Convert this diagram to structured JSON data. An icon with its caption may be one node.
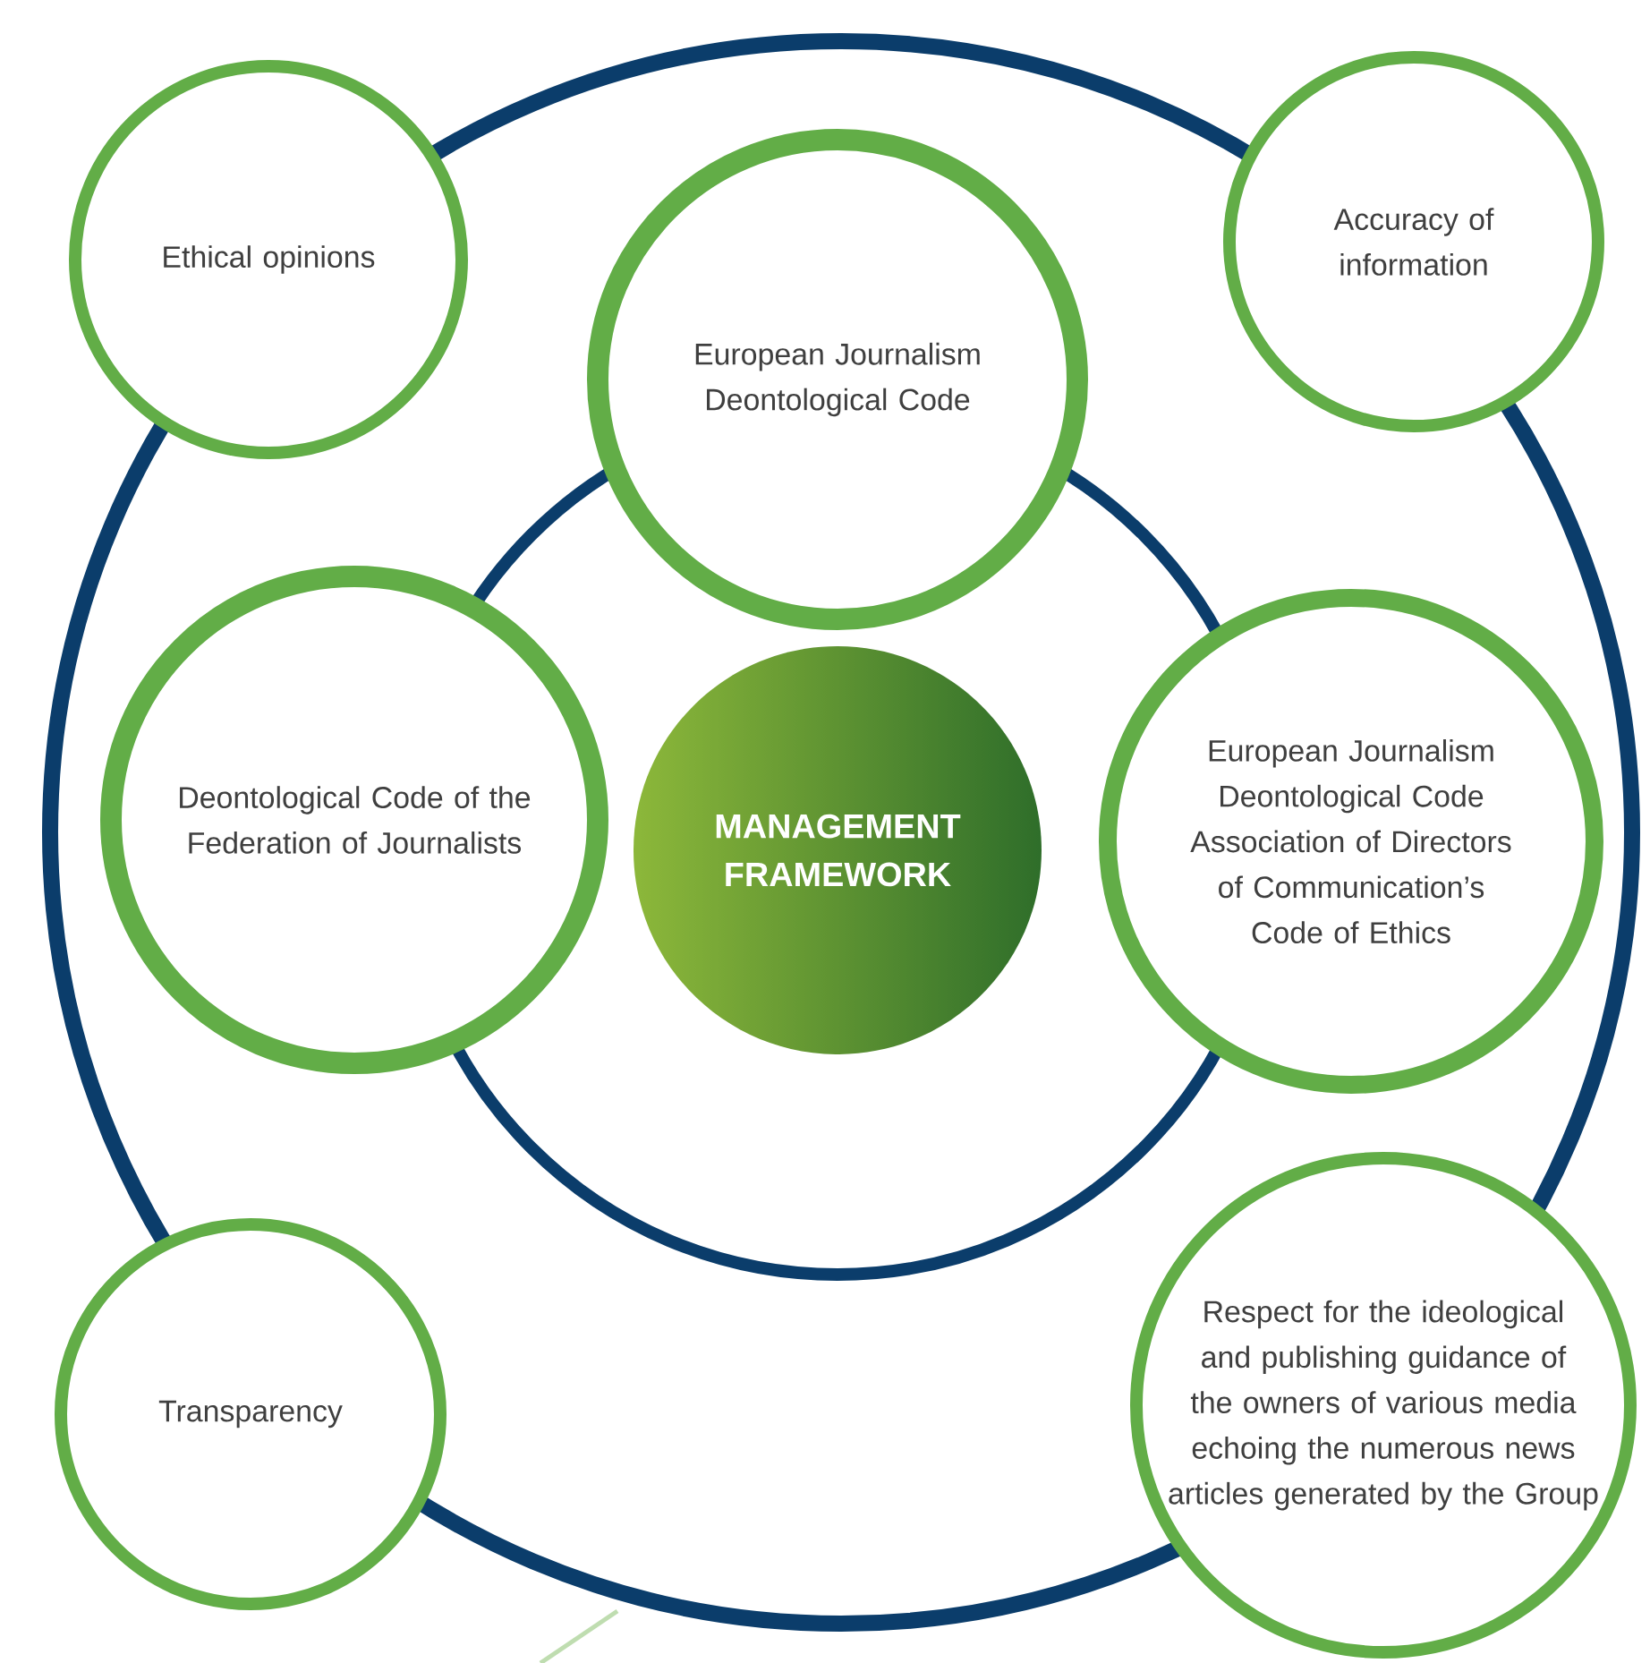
{
  "diagram": {
    "nodes": [
      {
        "text": [
          "Ethical opinions"
        ]
      },
      {
        "text": [
          "European Journalism Deontological Code"
        ]
      },
      {
        "text": [
          "Accuracy of information"
        ]
      },
      {
        "text": [
          "Deontological Code of the Federation of Journalists"
        ]
      },
      {
        "text": [
          "MANAGEMENT FRAMEWORK"
        ]
      },
      {
        "text": [
          "European Journalism Deontological Code Association of Directors of Communication’s Code of Ethics"
        ]
      },
      {
        "text": [
          "Transparency"
        ]
      },
      {
        "text": [
          "Respect for the ideological and publishing guidance of the owners of various media echoing the numerous news articles generated by the Group"
        ]
      }
    ]
  }
}
